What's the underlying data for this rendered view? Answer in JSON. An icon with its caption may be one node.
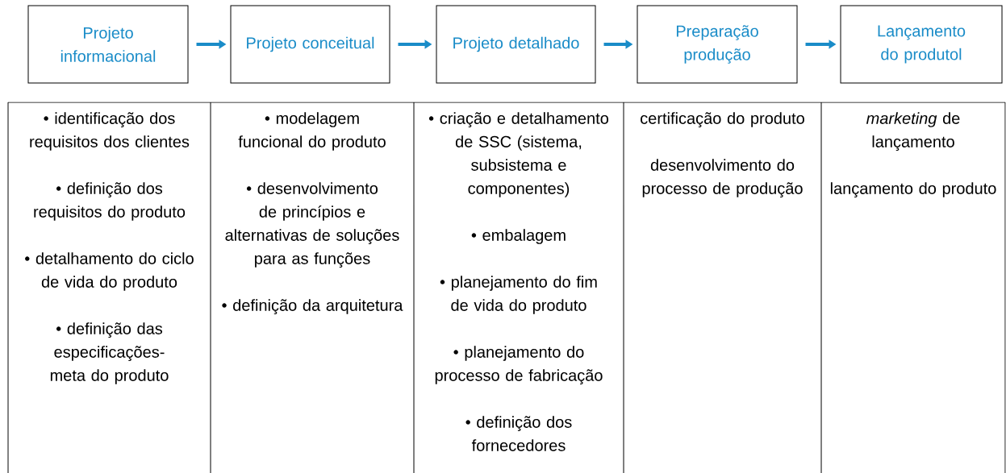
{
  "diagram": {
    "nodes": [
      {
        "text": [
          "Projeto informacional"
        ]
      },
      {
        "text": [
          "Projeto conceitual"
        ]
      },
      {
        "text": [
          "Projeto detalhado"
        ]
      },
      {
        "text": [
          "Preparação produção"
        ]
      },
      {
        "text": [
          "Lançamento do produtol"
        ]
      },
      {
        "text": [
          "• identificação dos requisitos dos clientes",
          "• definição dos requisitos do produto",
          "• detalhamento do ciclo de vida do produto",
          "• definição das especificações-meta do produto"
        ]
      },
      {
        "text": [
          "• modelagem funcional do produto",
          "• desenvolvimento de princípios e alternativas de soluções para as funções",
          "• definição da arquitetura"
        ]
      },
      {
        "text": [
          "• criação e detalhamento de SSC (sistema, subsistema e componentes)",
          "• embalagem",
          "• planejamento do fim de vida do produto",
          "• planejamento do processo de fabricação",
          "• definição dos fornecedores"
        ]
      },
      {
        "text": [
          "certificação do produto",
          "desenvolvimento do processo de produção"
        ]
      },
      {
        "text": [
          "*marketing* de lançamento",
          "lançamento do produto"
        ]
      }
    ],
    "edges": [
      {
        "from": 0,
        "to": 1,
        "arrow": "to"
      },
      {
        "from": 1,
        "to": 2,
        "arrow": "to"
      },
      {
        "from": 2,
        "to": 3,
        "arrow": "to"
      },
      {
        "from": 3,
        "to": 4,
        "arrow": "to"
      }
    ]
  }
}
